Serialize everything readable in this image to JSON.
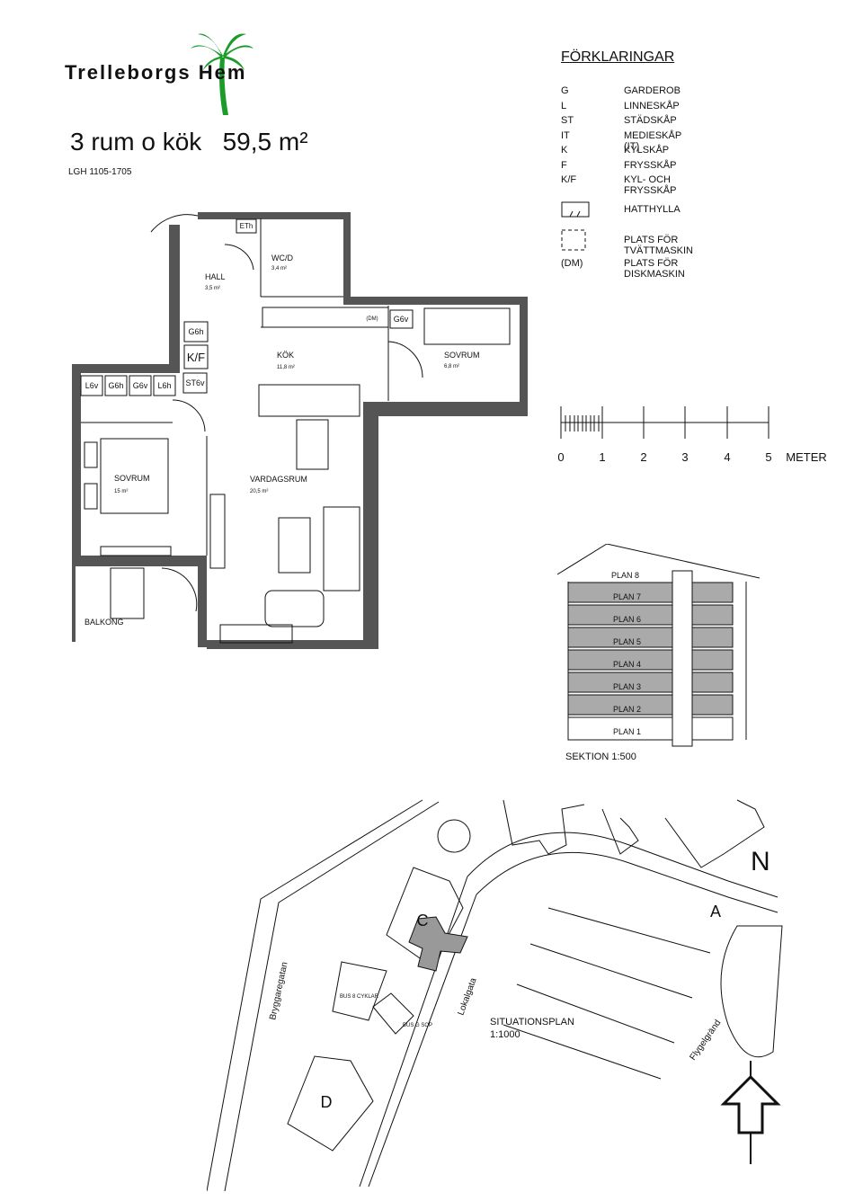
{
  "brand": {
    "name": "Trelleborgs Hem"
  },
  "apartment": {
    "title": "3 rum o kök   59,5 m²",
    "lgh": "LGH 1105-1705"
  },
  "legend": {
    "title": "FÖRKLARINGAR",
    "items": [
      {
        "code": "G",
        "desc": "GARDEROB"
      },
      {
        "code": "L",
        "desc": "LINNESKÅP"
      },
      {
        "code": "ST",
        "desc": "STÄDSKÅP"
      },
      {
        "code": "IT",
        "desc": "MEDIESKÅP (IT)"
      },
      {
        "code": "K",
        "desc": "KYLSKÅP"
      },
      {
        "code": "F",
        "desc": "FRYSSKÅP"
      },
      {
        "code": "K/F",
        "desc": "KYL- OCH FRYSSKÅP"
      }
    ],
    "icon_items": [
      {
        "icon": "hat-shelf-icon",
        "desc": "HATTHYLLA"
      },
      {
        "icon": "washer-space-icon",
        "desc": "PLATS FÖR TVÄTTMASKIN"
      },
      {
        "code": "(DM)",
        "desc": "PLATS FÖR DISKMASKIN"
      }
    ]
  },
  "rooms": {
    "hall": {
      "name": "HALL",
      "area": "3,5 m²"
    },
    "wc": {
      "name": "WC/D",
      "area": "3,4 m²"
    },
    "kok": {
      "name": "KÖK",
      "area": "11,8 m²"
    },
    "sovrum_small": {
      "name": "SOVRUM",
      "area": "6,8 m²"
    },
    "sovrum_large": {
      "name": "SOVRUM",
      "area": "15 m²"
    },
    "vardagsrum": {
      "name": "VARDAGSRUM",
      "area": "20,5 m²"
    },
    "balkong": {
      "name": "BALKONG"
    }
  },
  "cabinets": [
    "L6v",
    "G6h",
    "G6v",
    "L6h",
    "ST6v",
    "K/F",
    "G6h",
    "G6v",
    "ETh",
    "(DM)"
  ],
  "scale": {
    "ticks": [
      "0",
      "1",
      "2",
      "3",
      "4",
      "5"
    ],
    "unit": "METER"
  },
  "section": {
    "title": "SEKTION 1:500",
    "floors": [
      "PLAN 8",
      "PLAN 7",
      "PLAN 6",
      "PLAN 5",
      "PLAN 4",
      "PLAN 3",
      "PLAN 2",
      "PLAN 1"
    ]
  },
  "site": {
    "title": "SITUATIONSPLAN",
    "scale": "1:1000",
    "streets": [
      "Bryggaregatan",
      "Lokalgata",
      "Flygelgränd"
    ],
    "buildings": [
      "A",
      "C",
      "D"
    ],
    "small_labels": [
      "BUS 8 CYKLAR",
      "BUS G SOP"
    ],
    "north": "N"
  }
}
